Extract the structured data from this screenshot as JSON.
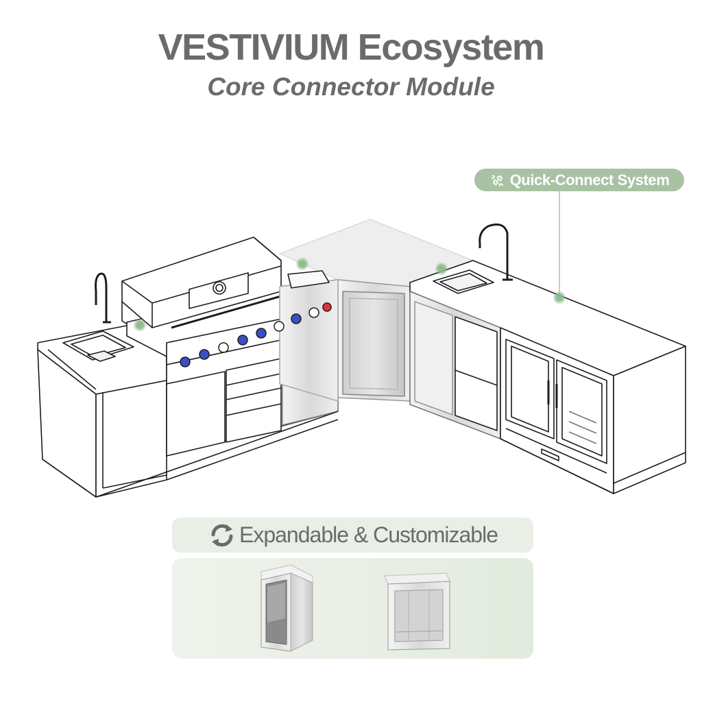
{
  "header": {
    "title": "VESTIVIUM Ecosystem",
    "subtitle": "Core Connector Module"
  },
  "callout": {
    "label": "Quick-Connect System",
    "icon": "link-icon"
  },
  "expand_bar": {
    "label": "Expandable & Customizable",
    "icon": "refresh-icon"
  },
  "modules": [
    {
      "name": "corner-cabinet-module"
    },
    {
      "name": "straight-cabinet-module"
    }
  ],
  "colors": {
    "title_text": "#6b6b6b",
    "badge_green": "#a9c2a3",
    "connector_dot": "#8db88a",
    "panel_bg": "#e9efe6",
    "knob_blue": "#3a4fc4",
    "ignite_red": "#e0323a"
  }
}
